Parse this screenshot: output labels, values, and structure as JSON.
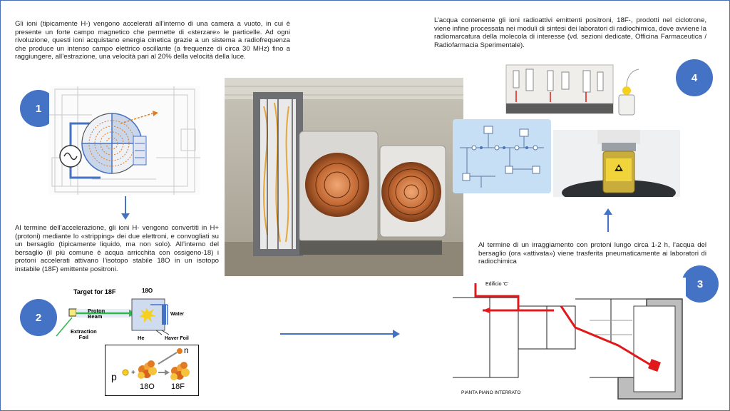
{
  "texts": {
    "step1": "Gli ioni (tipicamente H-) vengono accelerati all’interno di una camera a vuoto, in cui è presente un forte campo magnetico che permette di «sterzare» le particelle. Ad ogni rivoluzione, questi ioni acquistano energia cinetica grazie a un sistema a radiofrequenza che produce un intenso campo elettrico oscillante (a frequenze di circa 30 MHz) fino a raggiungere, all’estrazione, una velocità pari al 20% della velocità della luce.",
    "step2": "Al termine dell’accelerazione, gli ioni H- vengono convertiti in H+ (protoni) mediante lo «stripping» dei due elettroni, e convogliati su un bersaglio (tipicamente liquido, ma non solo). All’interno del bersaglio (il più comune è acqua arricchita con ossigeno-18) i protoni accelerati attivano l’isotopo stabile 18O in un isotopo instabile (18F) emittente positroni.",
    "step3": "Al termine di un irraggiamento con protoni lungo circa 1-2 h, l’acqua del bersaglio (ora «attivata») viene trasferita pneumaticamente ai laboratori di radiochimica",
    "step4": "L’acqua contenente gli ioni radioattivi emittenti positroni, 18F-, prodotti nel ciclotrone, viene infine processata nei moduli di sintesi dei laboratori di radiochimica, dove avviene la radiomarcatura della molecola di interesse (vd. sezioni dedicate, Officina Farmaceutica / Radiofarmacia Sperimentale)."
  },
  "badges": [
    "1",
    "2",
    "3",
    "4"
  ],
  "target": {
    "title": "Target for 18F",
    "o18_label": "18O",
    "proton_beam": "Proton\nBeam",
    "water": "Water",
    "extraction_foil": "Extraction\nFoil",
    "he": "He",
    "haver_foil": "Haver Foil"
  },
  "reaction": {
    "p": "p",
    "plus": "+",
    "o18": "18O",
    "f18": "18F",
    "n": "n"
  },
  "floorplan": {
    "building": "Edificio 'C'",
    "caption": "PIANTA PIANO INTERRATO"
  },
  "colors": {
    "accent": "#4472c4",
    "text": "#222222",
    "path_red": "#e0191b",
    "beam_green": "#2db84b"
  }
}
